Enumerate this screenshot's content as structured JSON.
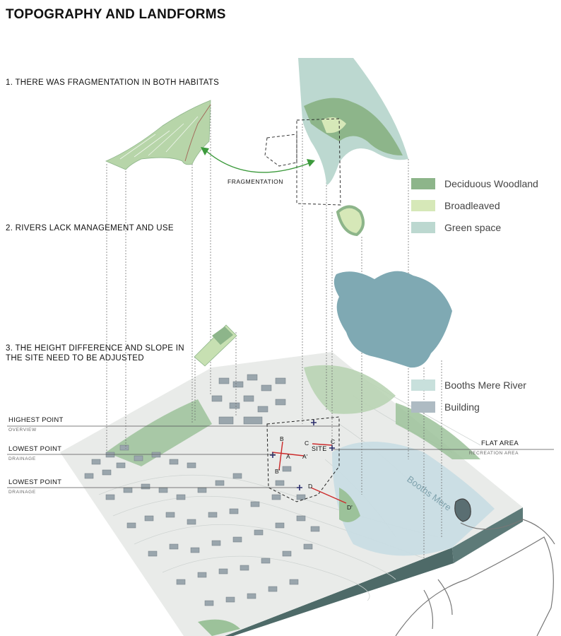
{
  "title": "TOPOGRAPHY AND LANDFORMS",
  "notes": {
    "n1": "1. THERE WAS FRAGMENTATION IN BOTH HABITATS",
    "n2": "2. RIVERS LACK MANAGEMENT AND USE",
    "n3": "3. THE HEIGHT DIFFERENCE AND SLOPE IN THE SITE NEED TO BE ADJUSTED"
  },
  "fragmentation_label": "FRAGMENTATION",
  "legend_habitat": [
    {
      "label": "Deciduous Woodland",
      "color": "#8db58a"
    },
    {
      "label": "Broadleaved",
      "color": "#d6e8b8"
    },
    {
      "label": "Green space",
      "color": "#bcd8d0"
    }
  ],
  "legend_site": [
    {
      "label": "Booths Mere River",
      "color": "#c8e0dc"
    },
    {
      "label": "Building",
      "color": "#aebbc3"
    }
  ],
  "markers": {
    "highest": {
      "label": "HIGHEST POINT",
      "sub": "OVERVIEW"
    },
    "lowest1": {
      "label": "LOWEST POINT",
      "sub": "DRAINAGE"
    },
    "lowest2": {
      "label": "LOWEST POINT",
      "sub": "DRAINAGE"
    },
    "flat": {
      "label": "FLAT AREA",
      "sub": "RECREATION AREA"
    }
  },
  "site_label": "SITE",
  "points": {
    "A": "A",
    "A2": "A'",
    "B": "B",
    "B2": "B'",
    "C": "C",
    "C2": "C",
    "D": "D",
    "D2": "D'"
  },
  "map_label": "Booths Mere",
  "colors": {
    "woodland": "#8db58a",
    "broadleaved": "#d6e8b8",
    "greenspace": "#bcd8d0",
    "water": "#7fa9b3",
    "building": "#9aa6ad",
    "section_line": "#cc2b2b",
    "arrow": "#3c9a3c"
  }
}
